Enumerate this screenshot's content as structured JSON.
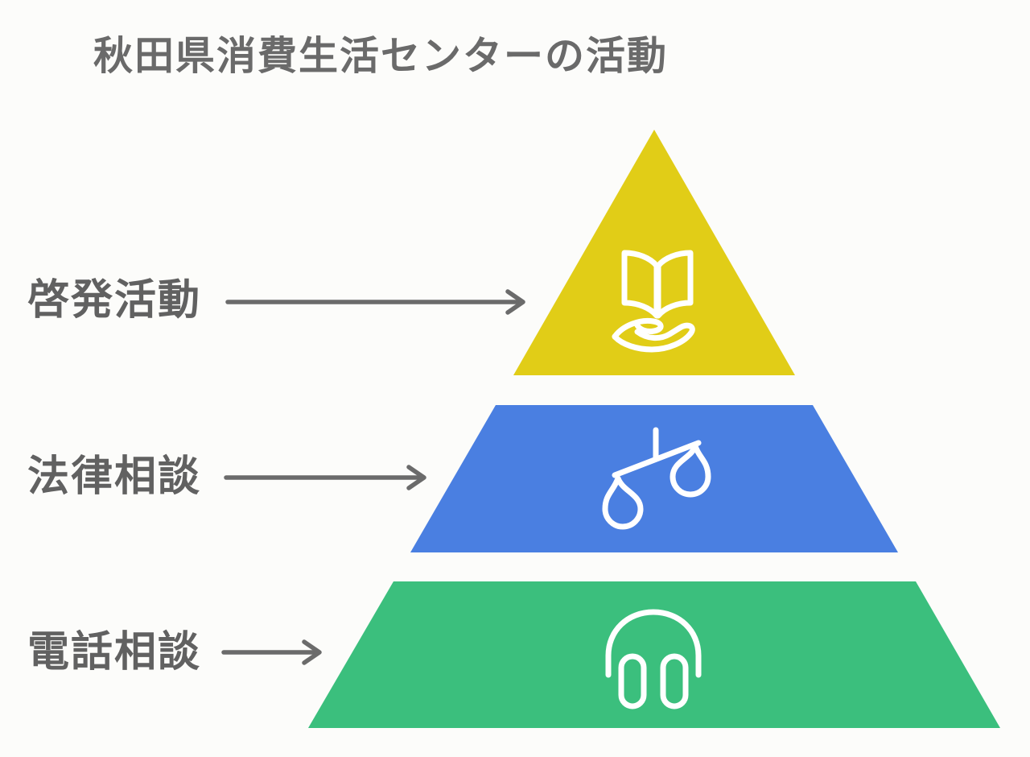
{
  "title": "秋田県消費生活センターの活動",
  "diagram": {
    "type": "pyramid",
    "levels": [
      {
        "label": "啓発活動",
        "color": "#e1cd17",
        "icon": "book-on-hand-icon",
        "position": "top"
      },
      {
        "label": "法律相談",
        "color": "#4a7fe1",
        "icon": "balance-scale-icon",
        "position": "middle"
      },
      {
        "label": "電話相談",
        "color": "#3bbf7d",
        "icon": "headphones-icon",
        "position": "bottom"
      }
    ],
    "arrow_color": "#6b6b6b",
    "icon_stroke_color": "#ffffff",
    "text_color": "#6a6a6a",
    "background_color": "#fcfcfa"
  }
}
